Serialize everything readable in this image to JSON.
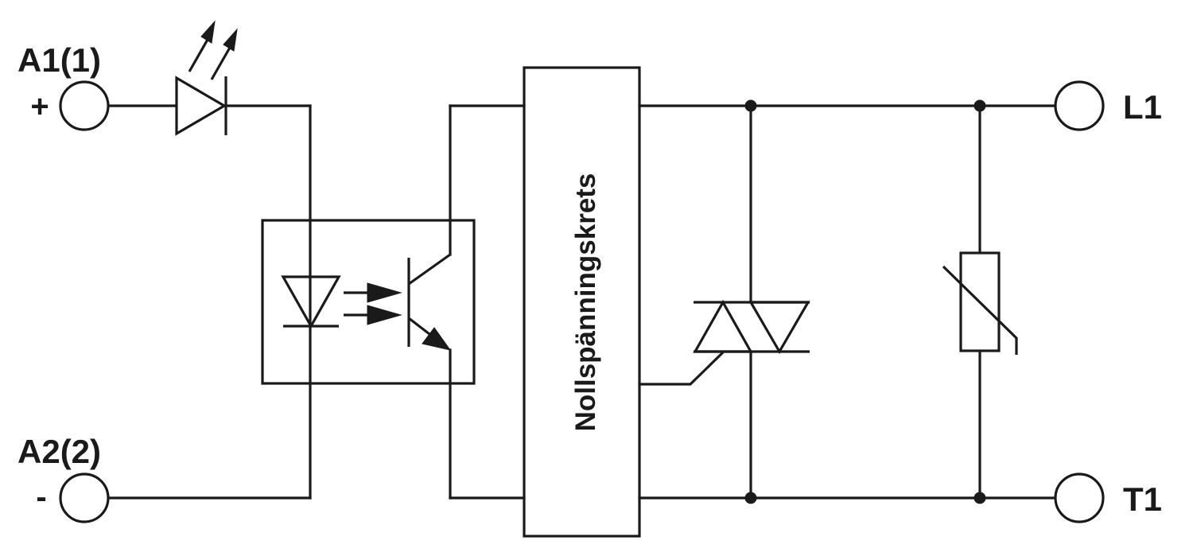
{
  "terminals": {
    "a1": {
      "name": "A1(1)",
      "polarity": "+"
    },
    "a2": {
      "name": "A2(2)",
      "polarity": "-"
    },
    "l1": {
      "name": "L1"
    },
    "t1": {
      "name": "T1"
    }
  },
  "block": {
    "label": "Nollspänningskrets"
  },
  "colors": {
    "line": "#1a1a1a",
    "background": "#ffffff"
  }
}
